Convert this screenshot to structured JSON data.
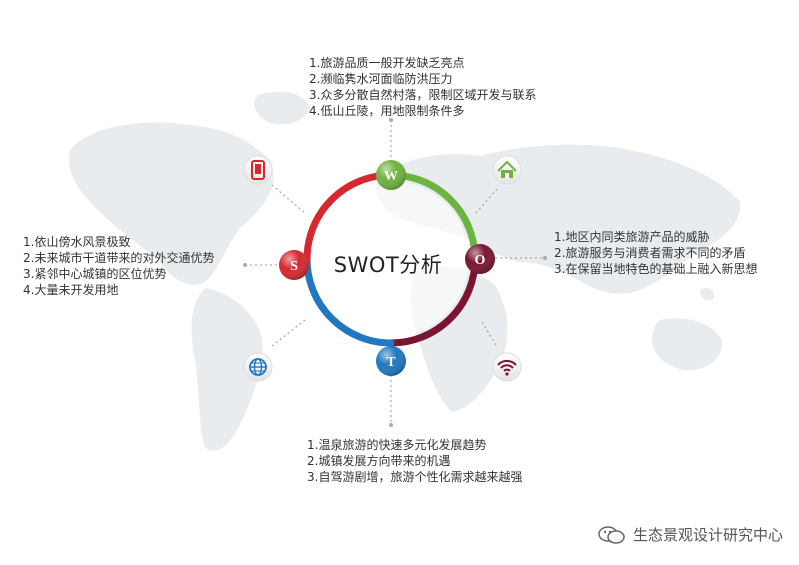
{
  "center": {
    "title": "SWOT分析"
  },
  "nodes": {
    "W": {
      "letter": "W",
      "color": "#6db33f"
    },
    "O": {
      "letter": "O",
      "color": "#7a1530"
    },
    "T": {
      "letter": "T",
      "color": "#1f78c1"
    },
    "S": {
      "letter": "S",
      "color": "#d7282f"
    }
  },
  "blocks": {
    "weakness": [
      "1.旅游品质一般开发缺乏亮点",
      "2.濒临隽水河面临防洪压力",
      "3.众多分散自然村落，限制区域开发与联系",
      "4.低山丘陵，用地限制条件多"
    ],
    "opportunity_threat_right": [
      "1.地区内同类旅游产品的威胁",
      "2.旅游服务与消费者需求不同的矛盾",
      "3.在保留当地特色的基础上融入新思想"
    ],
    "strength": [
      "1.依山傍水风景极致",
      "2.未来城市干道带来的对外交通优势",
      "3.紧邻中心城镇的区位优势",
      "4.大量未开发用地"
    ],
    "threat_bottom": [
      "1.温泉旅游的快速多元化发展趋势",
      "2.城镇发展方向带来的机遇",
      "3.自驾游剧增，旅游个性化需求越来越强"
    ]
  },
  "icons": [
    {
      "name": "mobile-phone-icon",
      "color": "#d7282f"
    },
    {
      "name": "house-icon",
      "color": "#6db33f"
    },
    {
      "name": "globe-icon",
      "color": "#1f78c1"
    },
    {
      "name": "wifi-icon",
      "color": "#7a1530"
    }
  ],
  "watermark": {
    "text": "生态景观设计研究中心"
  }
}
